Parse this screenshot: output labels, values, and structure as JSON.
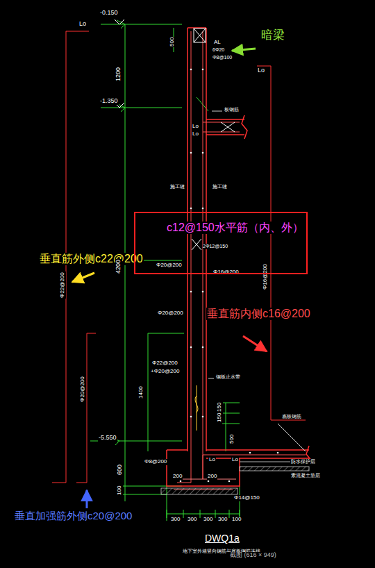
{
  "diagram": {
    "caption": "DWQ1a",
    "nodes": [
      {
        "text": [
          "c12@150水平筋（内、外）",
          "2Φ12@150"
        ]
      }
    ],
    "labels": [
      "Lo",
      "-0.150",
      "500",
      "AL",
      "6Φ20",
      "Φ8@100",
      "暗梁",
      "Lo",
      "1200",
      "-1.350",
      "板钢筋",
      "Lo",
      "Lo",
      "施工缝",
      "施工缝",
      "Φ20@200",
      "Φ16@200",
      "Φ20@200",
      "Φ22@200",
      "+Φ20@200",
      "1400",
      "钢板止水带",
      "150",
      "150",
      "500",
      "Φ16@200",
      "Φ22@200",
      "Φ20@200",
      "-5.550",
      "600",
      "100",
      "Φ8@200",
      "200",
      "200",
      "Lo",
      "Lo",
      "Φ14@150",
      "300",
      "300",
      "300",
      "300",
      "100",
      "垂直筋外侧c22@200",
      "垂直筋内侧c16@200",
      "垂直加强筋外侧c20@200",
      "底板钢筋",
      "防水保护层",
      "素混凝土垫层",
      "地下室外墙竖向钢筋与底板钢筋连接",
      "截图 (616 × 949)",
      "4200"
    ]
  }
}
